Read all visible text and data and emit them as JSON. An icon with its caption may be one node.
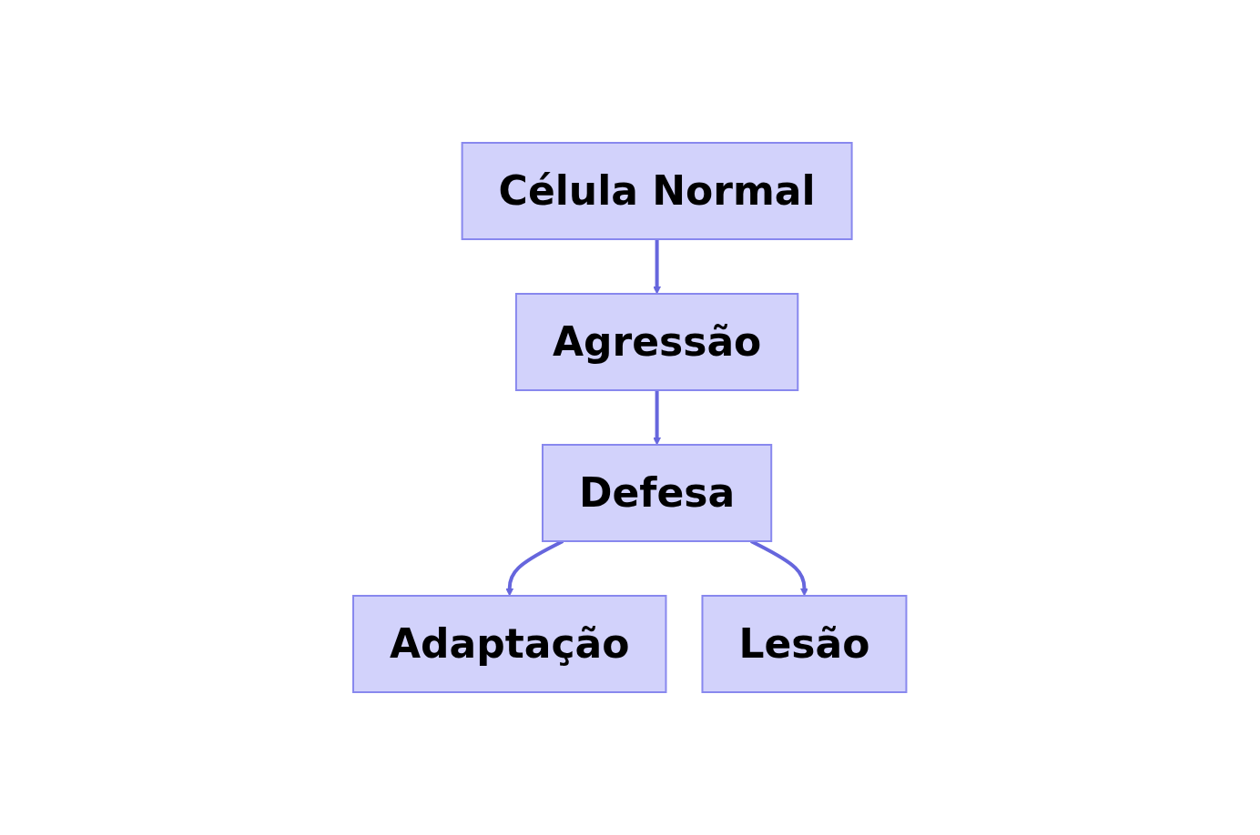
{
  "diagram": {
    "nodes": [
      {
        "text": [
          "Célula Normal"
        ]
      },
      {
        "text": [
          "Agressão"
        ]
      },
      {
        "text": [
          "Defesa"
        ]
      },
      {
        "text": [
          "Adaptação"
        ]
      },
      {
        "text": [
          "Lesão"
        ]
      }
    ],
    "edges": [
      {
        "from": 0,
        "to": 1,
        "arrow": "to"
      },
      {
        "from": 1,
        "to": 2,
        "arrow": "to"
      },
      {
        "from": 2,
        "to": 3,
        "arrow": "to"
      },
      {
        "from": 2,
        "to": 4,
        "arrow": "to"
      }
    ]
  }
}
